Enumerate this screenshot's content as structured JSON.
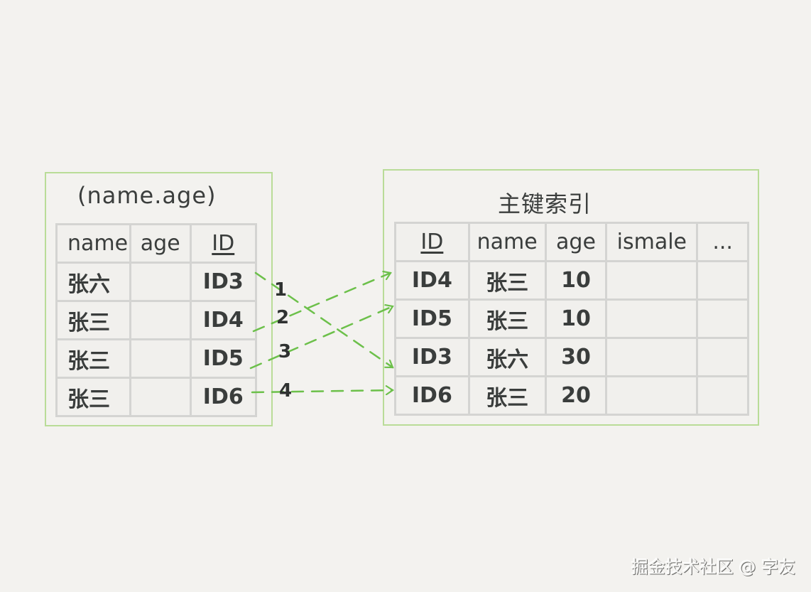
{
  "left_panel": {
    "title": "(name.age)",
    "columns": [
      "name",
      "age",
      "ID"
    ],
    "rows": [
      {
        "name": "张六",
        "age": "",
        "id": "ID3"
      },
      {
        "name": "张三",
        "age": "",
        "id": "ID4"
      },
      {
        "name": "张三",
        "age": "",
        "id": "ID5"
      },
      {
        "name": "张三",
        "age": "",
        "id": "ID6"
      }
    ]
  },
  "right_panel": {
    "title": "主键索引",
    "columns": [
      "ID",
      "name",
      "age",
      "ismale",
      "..."
    ],
    "rows": [
      {
        "id": "ID4",
        "name": "张三",
        "age": "10",
        "ismale": "",
        "more": ""
      },
      {
        "id": "ID5",
        "name": "张三",
        "age": "10",
        "ismale": "",
        "more": ""
      },
      {
        "id": "ID3",
        "name": "张六",
        "age": "30",
        "ismale": "",
        "more": ""
      },
      {
        "id": "ID6",
        "name": "张三",
        "age": "20",
        "ismale": "",
        "more": ""
      }
    ]
  },
  "arrows": {
    "color": "#6cc04a",
    "labels": [
      "1",
      "2",
      "3",
      "4"
    ],
    "mappings": [
      {
        "step": "1",
        "from": "ID3",
        "to_row": 3
      },
      {
        "step": "2",
        "from": "ID4",
        "to_row": 1
      },
      {
        "step": "3",
        "from": "ID5",
        "to_row": 2
      },
      {
        "step": "4",
        "from": "ID6",
        "to_row": 4
      }
    ]
  },
  "colors": {
    "background": "#f3f2ef",
    "panel_border": "#b9dc98",
    "grid_line": "#d4d4d2",
    "text": "#3a3d3c"
  },
  "watermark": "掘金技术社区 @ 字友"
}
